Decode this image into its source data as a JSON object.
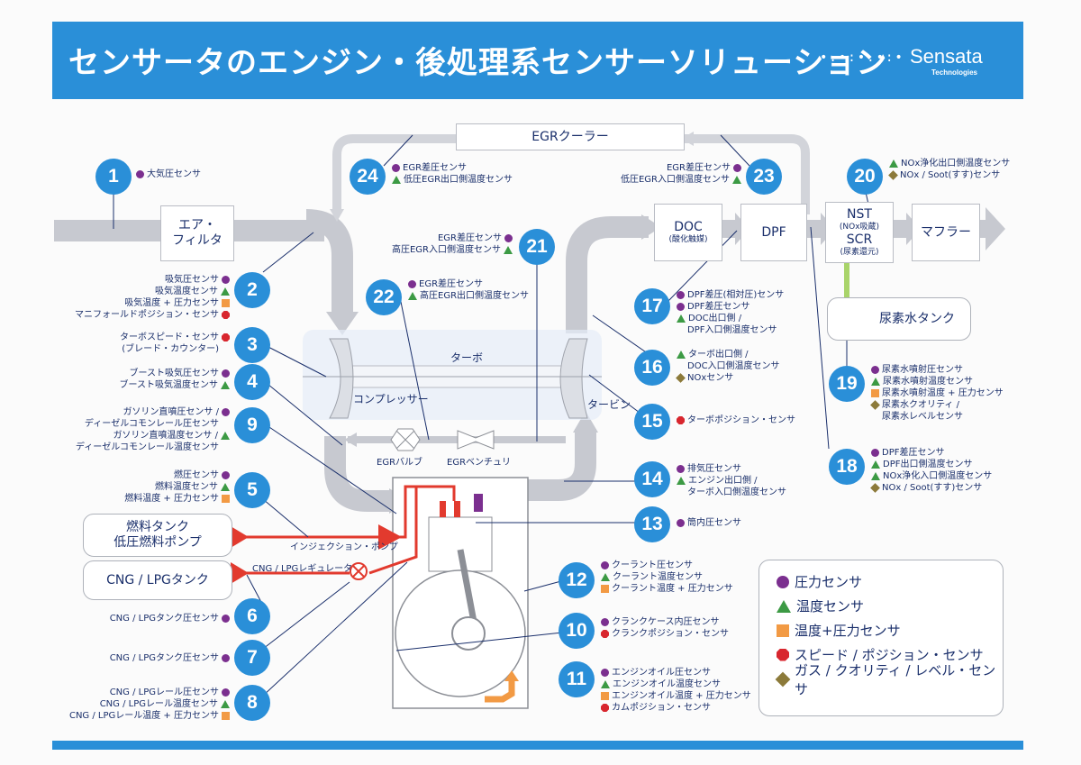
{
  "title": "センサータのエンジン・後処理系センサーソリューション",
  "brand": {
    "dots": "•.•:•.•:•",
    "name": "Sensata",
    "sub": "Technologies"
  },
  "colors": {
    "accent": "#2a8fd8",
    "pressure": "#7b2f8f",
    "temp": "#3c9a44",
    "temp_press": "#f29a44",
    "speed": "#d8262e",
    "gas": "#8c7a3a",
    "fuel_line": "#e23a2e",
    "urea_line": "#a9d46a"
  },
  "components": {
    "egr_cooler": "EGRクーラー",
    "air_filter": "エア・\nフィルタ",
    "doc": "DOC",
    "doc_sub": "(酸化触媒)",
    "dpf": "DPF",
    "nst": "NST",
    "nst_sub": "(NOx吸蔵)",
    "scr": "SCR",
    "scr_sub": "(尿素還元)",
    "muffler": "マフラー",
    "urea_tank": "尿素水タンク",
    "fuel_tank": "燃料タンク\n低圧燃料ポンプ",
    "cng_tank": "CNG / LPGタンク",
    "turbo": "ターボ",
    "compressor": "コンプレッサー",
    "turbine": "タービン",
    "egr_valve": "EGRバルブ",
    "egr_venturi": "EGRベンチュリ",
    "injection_pump": "インジェクション・ポンプ",
    "cng_regulator": "CNG / LPGレギュレータ"
  },
  "sensors": [
    {
      "n": "1",
      "items": [
        {
          "t": "pressure",
          "text": "大気圧センサ"
        }
      ]
    },
    {
      "n": "2",
      "items": [
        {
          "t": "pressure",
          "text": "吸気圧センサ"
        },
        {
          "t": "temp",
          "text": "吸気温度センサ"
        },
        {
          "t": "temp_press",
          "text": "吸気温度 + 圧力センサ"
        },
        {
          "t": "speed",
          "text": "マニフォールドポジション・センサ"
        }
      ]
    },
    {
      "n": "3",
      "items": [
        {
          "t": "speed",
          "text": "ターボスピード・センサ"
        },
        {
          "t": "",
          "text": "(ブレード・カウンター)"
        }
      ]
    },
    {
      "n": "4",
      "items": [
        {
          "t": "pressure",
          "text": "ブースト吸気圧センサ"
        },
        {
          "t": "temp",
          "text": "ブースト吸気温度センサ"
        }
      ]
    },
    {
      "n": "9",
      "items": [
        {
          "t": "pressure",
          "text": "ガソリン直噴圧センサ /"
        },
        {
          "t": "",
          "text": "ディーゼルコモンレール圧センサ"
        },
        {
          "t": "temp",
          "text": "ガソリン直噴温度センサ /"
        },
        {
          "t": "",
          "text": "ディーゼルコモンレール温度センサ"
        }
      ]
    },
    {
      "n": "5",
      "items": [
        {
          "t": "pressure",
          "text": "燃圧センサ"
        },
        {
          "t": "temp",
          "text": "燃料温度センサ"
        },
        {
          "t": "temp_press",
          "text": "燃料温度 + 圧力センサ"
        }
      ]
    },
    {
      "n": "6",
      "items": [
        {
          "t": "pressure",
          "text": "CNG / LPGタンク圧センサ"
        }
      ]
    },
    {
      "n": "7",
      "items": [
        {
          "t": "pressure",
          "text": "CNG / LPGタンク圧センサ"
        }
      ]
    },
    {
      "n": "8",
      "items": [
        {
          "t": "pressure",
          "text": "CNG / LPGレール圧センサ"
        },
        {
          "t": "temp",
          "text": "CNG / LPGレール温度センサ"
        },
        {
          "t": "temp_press",
          "text": "CNG / LPGレール温度 + 圧力センサ"
        }
      ]
    },
    {
      "n": "24",
      "items": [
        {
          "t": "pressure",
          "text": "EGR差圧センサ"
        },
        {
          "t": "temp",
          "text": "低圧EGR出口側温度センサ"
        }
      ]
    },
    {
      "n": "23",
      "items": [
        {
          "t": "pressure",
          "text": "EGR差圧センサ"
        },
        {
          "t": "temp",
          "text": "低圧EGR入口側温度センサ"
        }
      ]
    },
    {
      "n": "21",
      "items": [
        {
          "t": "pressure",
          "text": "EGR差圧センサ"
        },
        {
          "t": "temp",
          "text": "高圧EGR入口側温度センサ"
        }
      ]
    },
    {
      "n": "22",
      "items": [
        {
          "t": "pressure",
          "text": "EGR差圧センサ"
        },
        {
          "t": "temp",
          "text": "高圧EGR出口側温度センサ"
        }
      ]
    },
    {
      "n": "20",
      "items": [
        {
          "t": "temp",
          "text": "NOx浄化出口側温度センサ"
        },
        {
          "t": "gas",
          "text": "NOx / Soot(すす)センサ"
        }
      ]
    },
    {
      "n": "17",
      "items": [
        {
          "t": "pressure",
          "text": "DPF差圧(相対圧)センサ"
        },
        {
          "t": "pressure",
          "text": "DPF差圧センサ"
        },
        {
          "t": "temp",
          "text": "DOC出口側 /"
        },
        {
          "t": "",
          "text": "DPF入口側温度センサ"
        }
      ]
    },
    {
      "n": "16",
      "items": [
        {
          "t": "temp",
          "text": "ターボ出口側 /"
        },
        {
          "t": "",
          "text": "DOC入口側温度センサ"
        },
        {
          "t": "gas",
          "text": "NOxセンサ"
        }
      ]
    },
    {
      "n": "15",
      "items": [
        {
          "t": "speed",
          "text": "ターボポジション・センサ"
        }
      ]
    },
    {
      "n": "14",
      "items": [
        {
          "t": "pressure",
          "text": "排気圧センサ"
        },
        {
          "t": "temp",
          "text": "エンジン出口側 /"
        },
        {
          "t": "",
          "text": "ターボ入口側温度センサ"
        }
      ]
    },
    {
      "n": "13",
      "items": [
        {
          "t": "pressure",
          "text": "筒内圧センサ"
        }
      ]
    },
    {
      "n": "19",
      "items": [
        {
          "t": "pressure",
          "text": "尿素水噴射圧センサ"
        },
        {
          "t": "temp",
          "text": "尿素水噴射温度センサ"
        },
        {
          "t": "temp_press",
          "text": "尿素水噴射温度 + 圧力センサ"
        },
        {
          "t": "gas",
          "text": "尿素水クオリティ /"
        },
        {
          "t": "",
          "text": "尿素水レベルセンサ"
        }
      ]
    },
    {
      "n": "18",
      "items": [
        {
          "t": "pressure",
          "text": "DPF差圧センサ"
        },
        {
          "t": "temp",
          "text": "DPF出口側温度センサ"
        },
        {
          "t": "temp",
          "text": "NOx浄化入口側温度センサ"
        },
        {
          "t": "gas",
          "text": "NOx / Soot(すす)センサ"
        }
      ]
    },
    {
      "n": "12",
      "items": [
        {
          "t": "pressure",
          "text": "クーラント圧センサ"
        },
        {
          "t": "temp",
          "text": "クーラント温度センサ"
        },
        {
          "t": "temp_press",
          "text": "クーラント温度 + 圧力センサ"
        }
      ]
    },
    {
      "n": "10",
      "items": [
        {
          "t": "pressure",
          "text": "クランクケース内圧センサ"
        },
        {
          "t": "speed",
          "text": "クランクポジション・センサ"
        }
      ]
    },
    {
      "n": "11",
      "items": [
        {
          "t": "pressure",
          "text": "エンジンオイル圧センサ"
        },
        {
          "t": "temp",
          "text": "エンジンオイル温度センサ"
        },
        {
          "t": "temp_press",
          "text": "エンジンオイル温度 + 圧力センサ"
        },
        {
          "t": "speed",
          "text": "カムポジション・センサ"
        }
      ]
    }
  ],
  "legend": [
    {
      "t": "pressure",
      "text": "圧力センサ"
    },
    {
      "t": "temp",
      "text": "温度センサ"
    },
    {
      "t": "temp_press",
      "text": "温度+圧力センサ"
    },
    {
      "t": "speed",
      "text": "スピード / ポジション・センサ"
    },
    {
      "t": "gas",
      "text": "ガス / クオリティ / レベル・センサ"
    }
  ]
}
